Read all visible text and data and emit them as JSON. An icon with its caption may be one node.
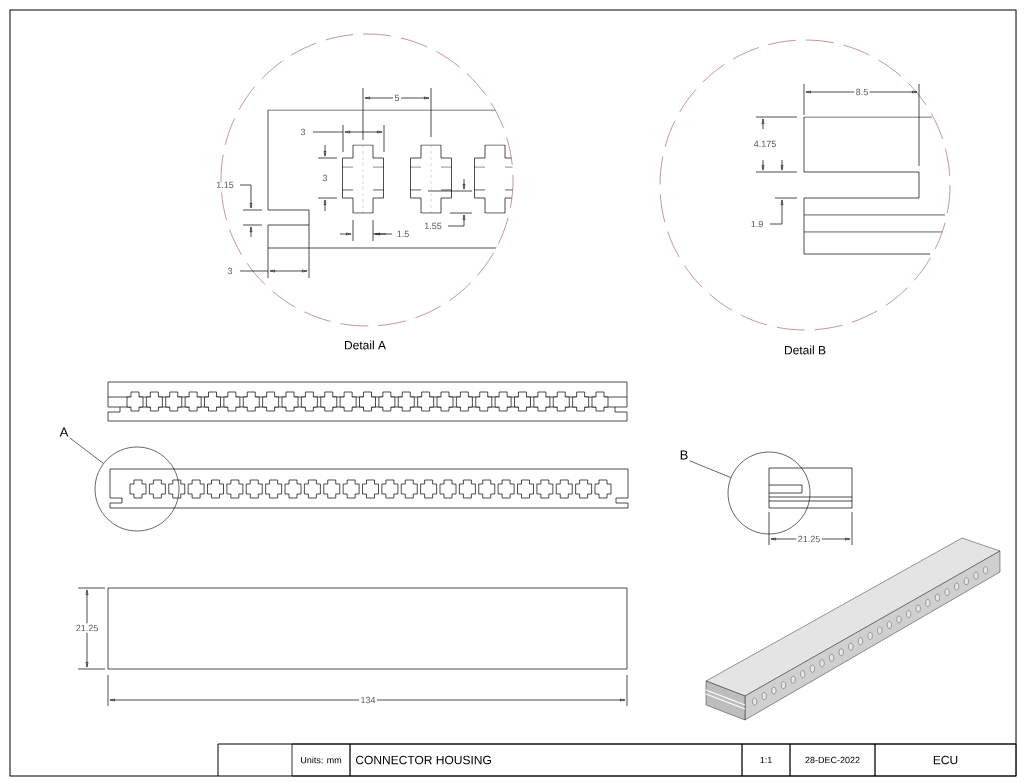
{
  "diagram": {
    "nodes": [
      {
        "text": [
          "A"
        ]
      },
      {
        "text": [],
        "shape": "circle"
      },
      {
        "text": [
          "B"
        ]
      },
      {
        "text": [],
        "shape": "circle"
      }
    ],
    "edges": [
      {
        "from": 0,
        "to": 1,
        "arrow": "none"
      },
      {
        "from": 2,
        "to": 3,
        "arrow": "none"
      }
    ],
    "labels": [
      "5",
      "3",
      "3",
      "1.15",
      "1.55",
      "1.5",
      "3",
      "Detail A",
      "8.5",
      "4.175",
      "1.9",
      "Detail B",
      "21.25",
      "21.25",
      "134",
      "Units: mm",
      "CONNECTOR HOUSING",
      "1:1",
      "28-DEC-2022",
      "ECU"
    ]
  }
}
